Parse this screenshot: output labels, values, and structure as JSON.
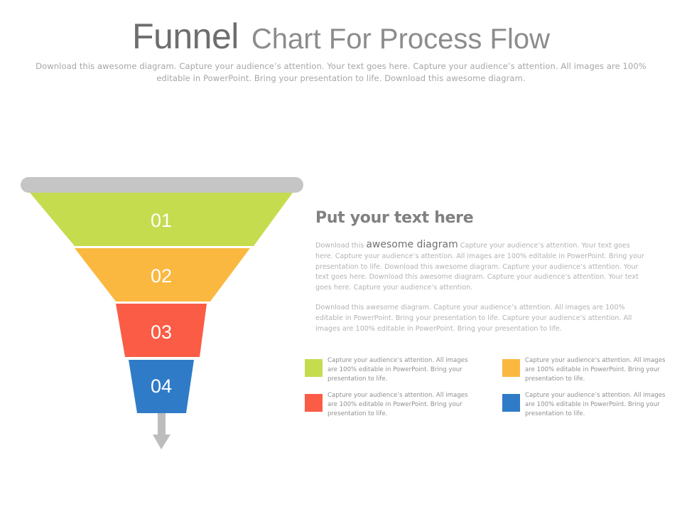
{
  "title": {
    "strong": "Funnel",
    "light": "Chart For Process Flow"
  },
  "subtitle": "Download this awesome diagram. Capture your audience’s attention. Your text goes here. Capture your audience’s attention. All images are 100% editable in PowerPoint. Bring your presentation to life. Download this awesome diagram.",
  "colors": {
    "rim": "#c5c5c5",
    "arrow": "#bdbdbd",
    "green": "#c5dc4f",
    "orange": "#fbb840",
    "red": "#fb5c46",
    "blue": "#2f7bc7"
  },
  "funnel": {
    "stages": [
      {
        "label": "01",
        "color": "#c5dc4f"
      },
      {
        "label": "02",
        "color": "#fbb840"
      },
      {
        "label": "03",
        "color": "#fb5c46"
      },
      {
        "label": "04",
        "color": "#2f7bc7"
      }
    ]
  },
  "panel": {
    "heading": "Put your text here",
    "para1_before": "Download this",
    "para1_highlight": "awesome diagram",
    "para1_after": "Capture your audience’s attention. Your text goes here. Capture your audience’s attention. All images are 100% editable in PowerPoint. Bring your presentation to life. Download this awesome diagram. Capture your audience’s attention. Your text goes here. Download this awesome diagram. Capture your audience’s attention. Your text goes here. Capture your audience’s attention.",
    "para2": "Download this awesome diagram. Capture your audience’s attention. All images are 100% editable in PowerPoint. Bring your presentation to life. Capture your audience’s attention. All images are 100% editable in PowerPoint. Bring your presentation to life."
  },
  "legend": [
    {
      "color": "#c5dc4f",
      "text": "Capture your audience’s attention. All images are 100% editable in PowerPoint. Bring your presentation to life."
    },
    {
      "color": "#fbb840",
      "text": "Capture your audience’s attention. All images are 100% editable in PowerPoint. Bring your presentation to life."
    },
    {
      "color": "#fb5c46",
      "text": "Capture your audience’s attention. All images are 100% editable in PowerPoint. Bring your presentation to life."
    },
    {
      "color": "#2f7bc7",
      "text": "Capture your audience’s attention. All images are 100% editable in PowerPoint. Bring your presentation to life."
    }
  ]
}
